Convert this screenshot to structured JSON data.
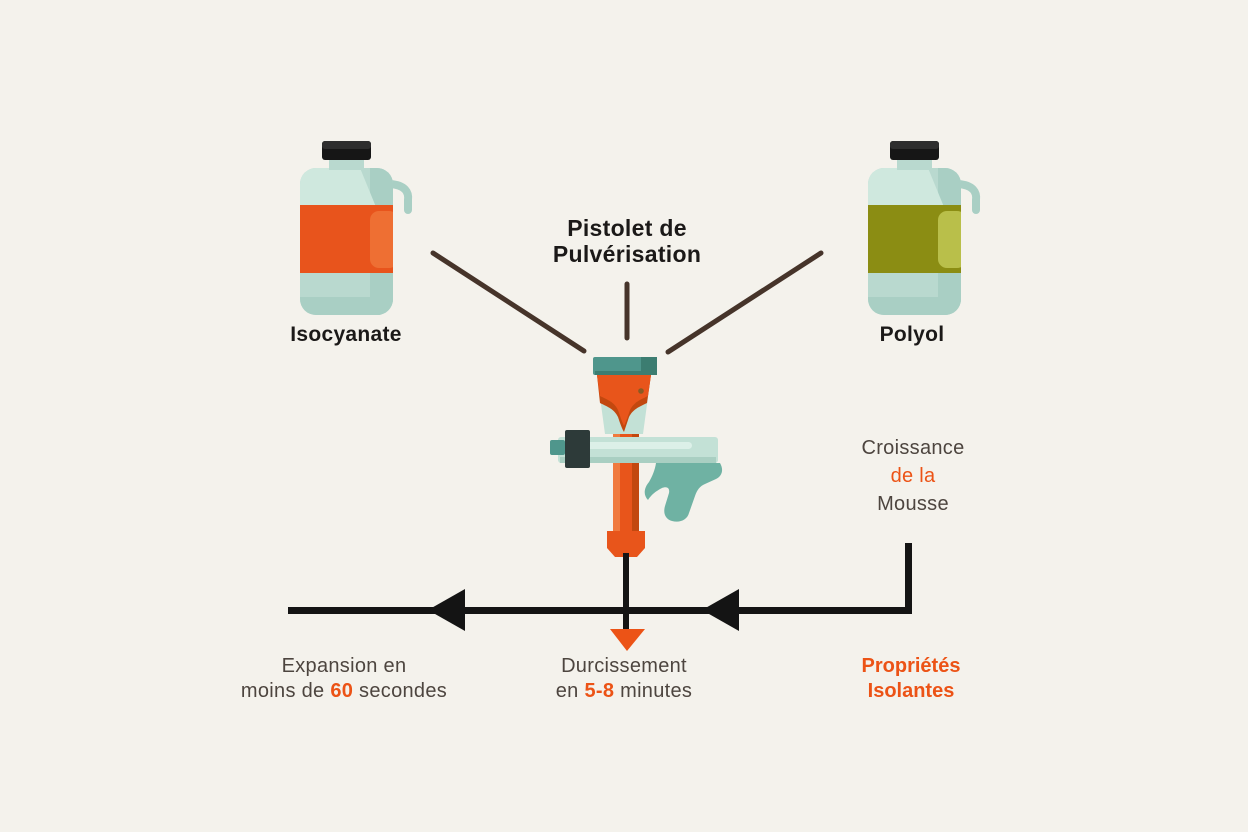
{
  "colors": {
    "background": "#f4f2ec",
    "text_dark": "#1b1918",
    "text_gray": "#4d453f",
    "accent_orange": "#ec5316",
    "connector_brown": "#46342a",
    "timeline_black": "#141414",
    "bottle_body": "#b9d9cf",
    "bottle_highlight": "#cfe8de",
    "bottle_shade": "#a9cfc4",
    "cap_black": "#161616",
    "cap_gloss": "#2e2e2e",
    "label_orange": "#e8541c",
    "label_orange_light": "#ee6f33",
    "label_olive": "#8b8d13",
    "label_olive_light": "#b9bf4a",
    "gun_cap_teal": "#4f968c",
    "gun_cap_teal_dark": "#3c7d71",
    "gun_barrel_teal": "#c3e1d6",
    "gun_barrel_highlight": "#dcf0e8",
    "gun_barrel_shade": "#a9cfc2",
    "gun_handle_teal": "#6fb2a3",
    "gun_nozzle_dark": "#2d3a39",
    "gun_orange": "#e8551b",
    "gun_orange_dark": "#c2480f",
    "gun_orange_light": "#f07a3e",
    "gun_dot_brown": "#8a5a22"
  },
  "labels": {
    "left_bottle": "Isocyanate",
    "right_bottle": "Polyol",
    "gun_title_line1": "Pistolet de",
    "gun_title_line2": "Pulvérisation",
    "foam_growth_line1": "Croissance",
    "foam_growth_line2": "de la",
    "foam_growth_line3": "Mousse",
    "expansion_line1": "Expansion en",
    "expansion_prefix": "moins de ",
    "expansion_value": "60",
    "expansion_suffix": " secondes",
    "curing_line1": "Durcissement",
    "curing_prefix": "en ",
    "curing_value": "5-8",
    "curing_suffix": " minutes",
    "insulation_line1": "Propriétés",
    "insulation_line2": "Isolantes"
  }
}
